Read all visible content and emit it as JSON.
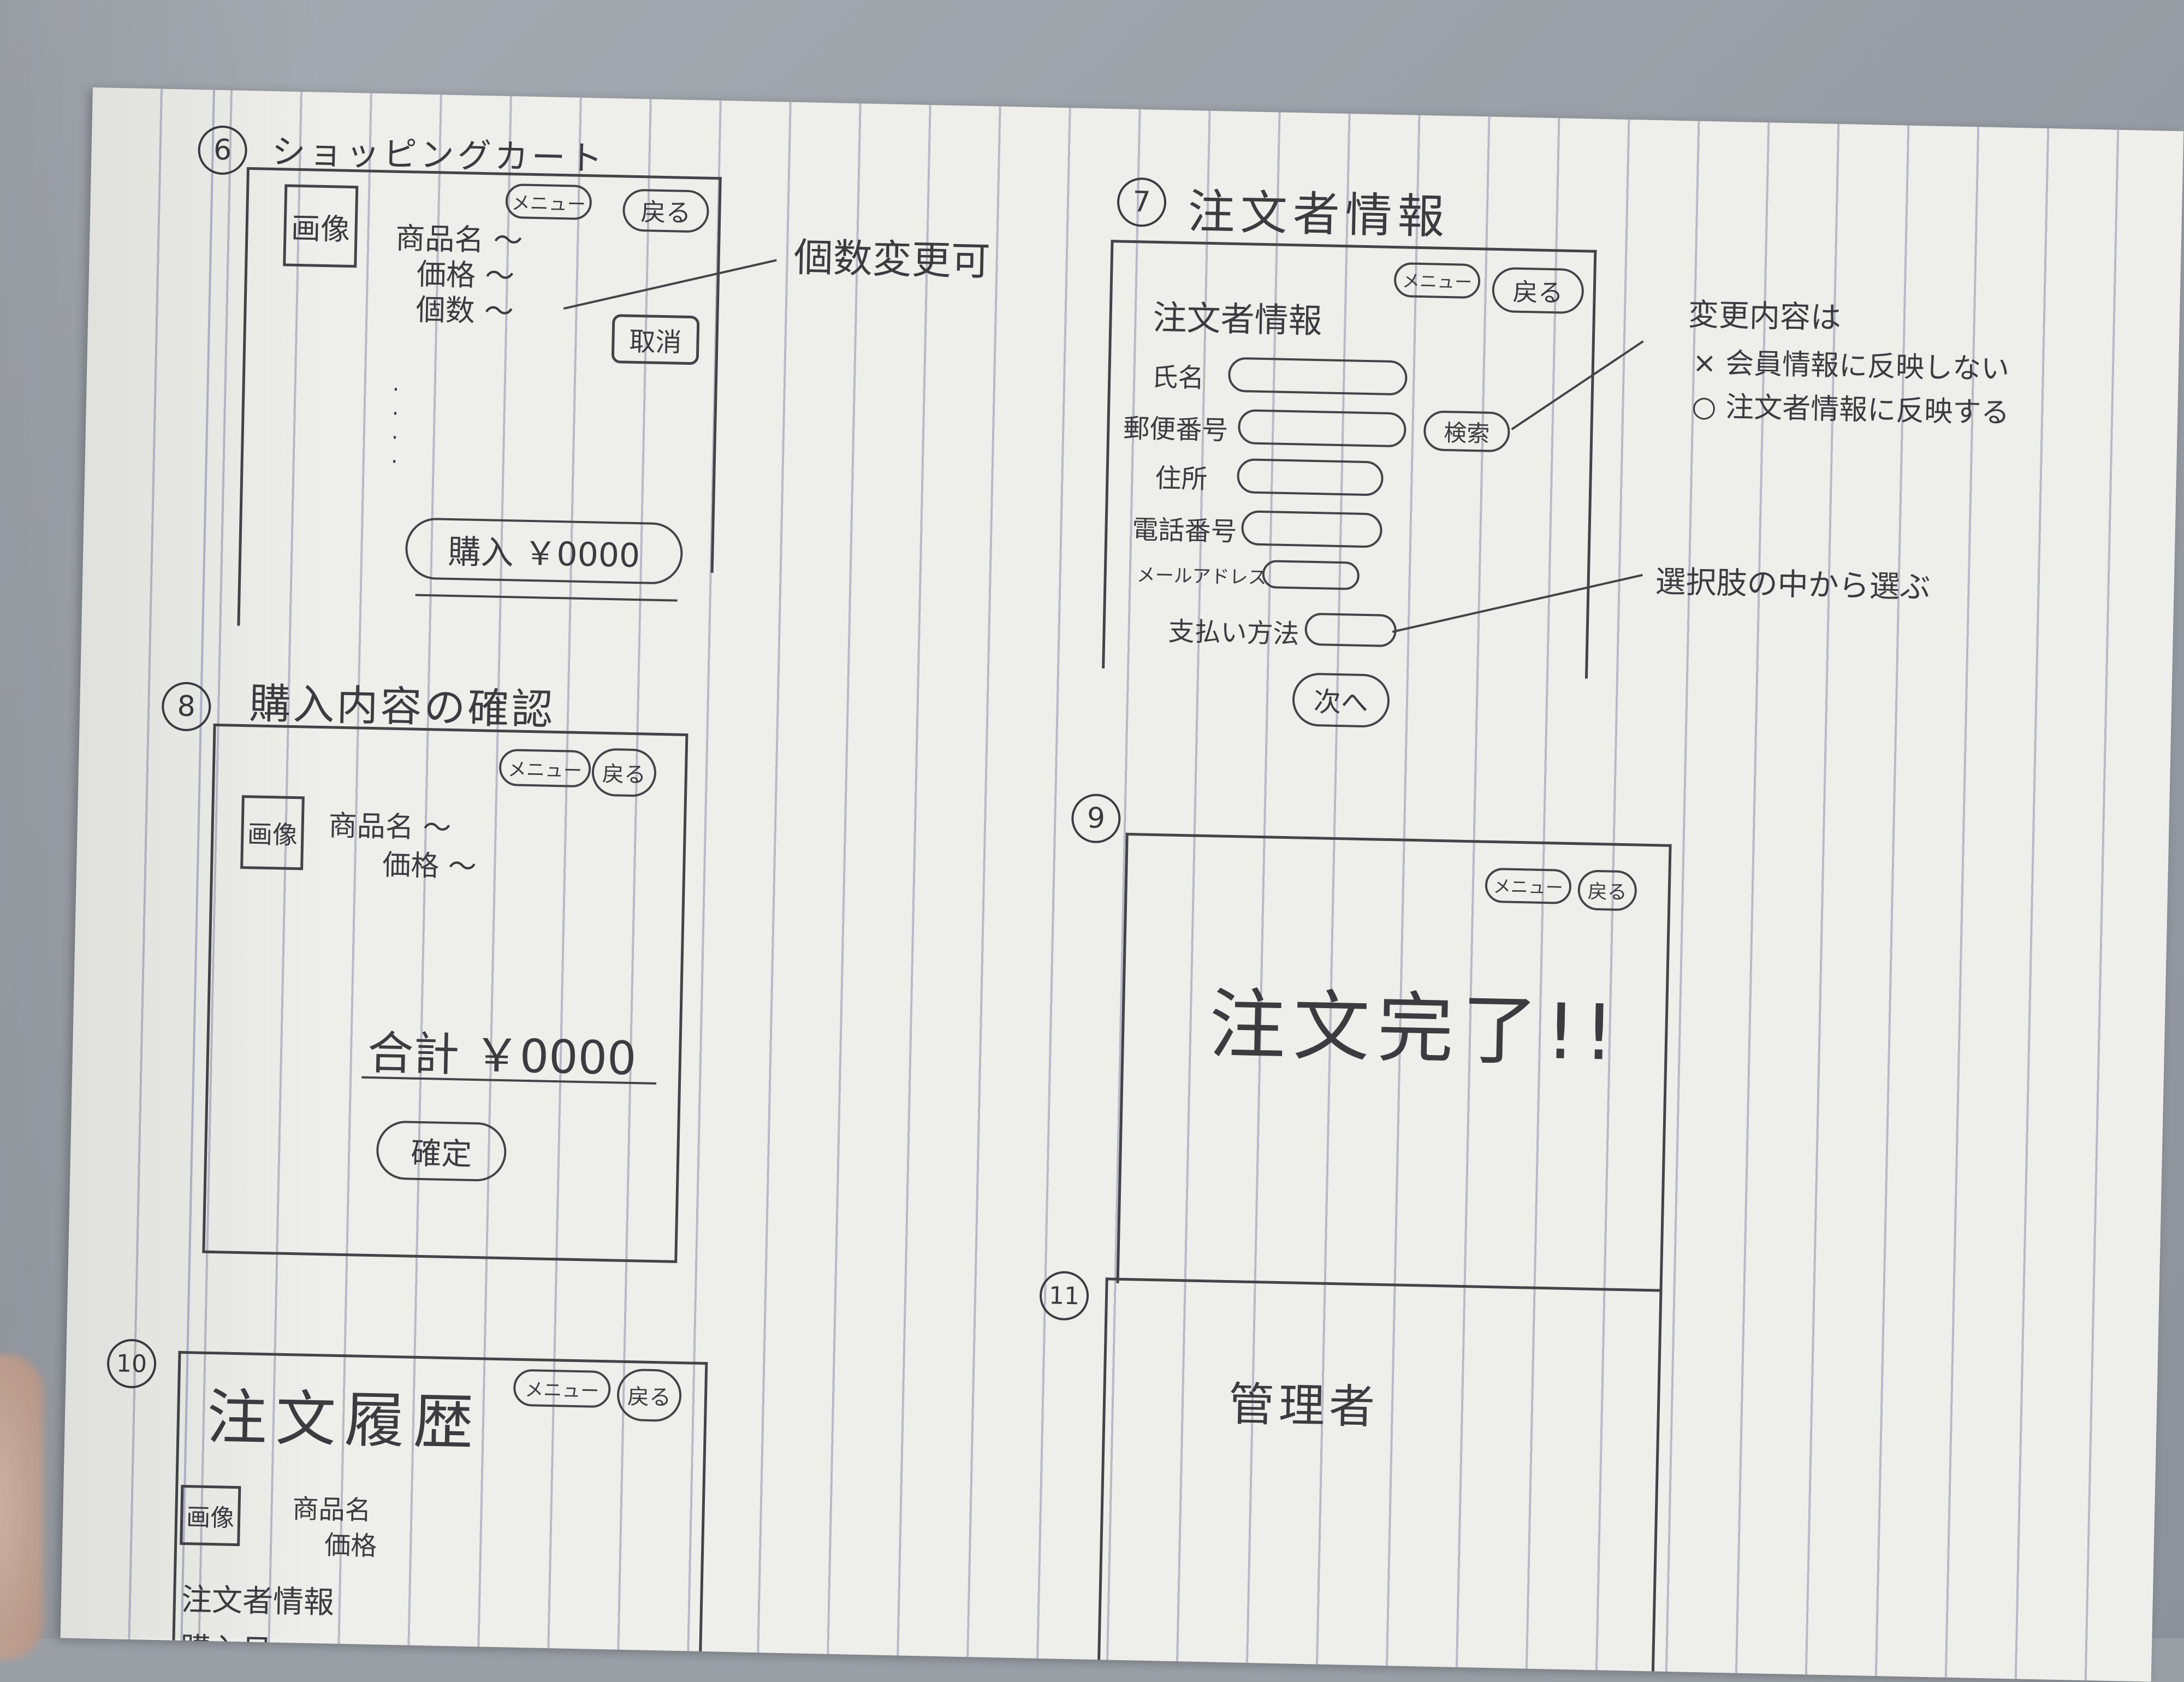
{
  "screens": {
    "s6": {
      "number": "6",
      "title": "ショッピングカート",
      "image_label": "画像",
      "menu": "メニュー",
      "back": "戻る",
      "fields": [
        "商品名 ～",
        "価格 ～",
        "個数 ～"
      ],
      "cancel": "取消",
      "purchase": "購入 ￥0000",
      "note": "個数変更可"
    },
    "s7": {
      "number": "7",
      "title": "注文者情報",
      "inner_title": "注文者情報",
      "menu": "メニュー",
      "back": "戻る",
      "name_label": "氏名",
      "zip_label": "郵便番号",
      "search": "検索",
      "address_label": "住所",
      "phone_label": "電話番号",
      "email_label": "メールアドレス",
      "payment_label": "支払い方法",
      "next": "次へ",
      "note_title": "変更内容は",
      "note_line1": "× 会員情報に反映しない",
      "note_line2": "○ 注文者情報に反映する",
      "select_note": "選択肢の中から選ぶ"
    },
    "s8": {
      "number": "8",
      "title": "購入内容の確認",
      "menu": "メニュー",
      "back": "戻る",
      "image_label": "画像",
      "fields": [
        "商品名 ～",
        "価格 ～"
      ],
      "total": "合計 ￥0000",
      "confirm": "確定"
    },
    "s9": {
      "number": "9",
      "menu": "メニュー",
      "back": "戻る",
      "message": "注文完了!!"
    },
    "s10": {
      "number": "10",
      "title": "注文履歴",
      "menu": "メニュー",
      "back": "戻る",
      "image_label": "画像",
      "item_name": "商品名",
      "price": "価格",
      "orderer": "注文者情報",
      "purchase_date": "購入日"
    },
    "s11": {
      "number": "11",
      "title": "管理者"
    }
  }
}
